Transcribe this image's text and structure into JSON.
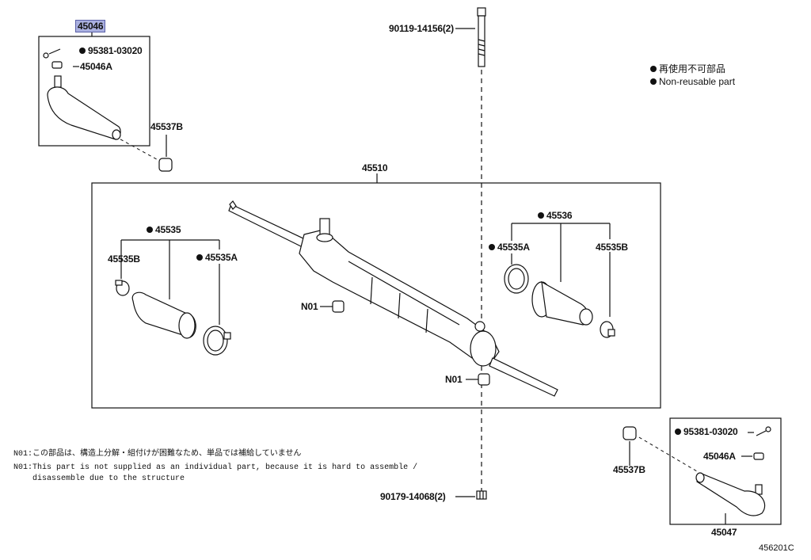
{
  "diagram": {
    "callouts": {
      "assy_left": "45046",
      "cotter_left": "95381-03020",
      "nut_left": "45046A",
      "lock_nut_left": "45537B",
      "rack_assy": "45510",
      "bolt_top": "90119-14156(2)",
      "boot_set_left": "45535",
      "clamp_left_b": "45535B",
      "clamp_left_a": "45535A",
      "boot_set_right": "45536",
      "clamp_right_a": "45535A",
      "clamp_right_b": "45535B",
      "n01_upper": "N01",
      "n01_lower": "N01",
      "cotter_right": "95381-03020",
      "nut_right": "45046A",
      "lock_nut_right": "45537B",
      "assy_right": "45047",
      "bolt_bottom": "90179-14068(2)"
    },
    "legend": {
      "jp": "再使用不可部品",
      "en": "Non-reusable part"
    },
    "notes": {
      "jp": "N01:この部品は、構造上分解・組付けが困難なため、単品では補給していません",
      "en_line1": "N01:This part is not supplied as an individual part, because it is hard to assemble /",
      "en_line2": "    disassemble due to the structure"
    },
    "figure_code": "456201C"
  }
}
